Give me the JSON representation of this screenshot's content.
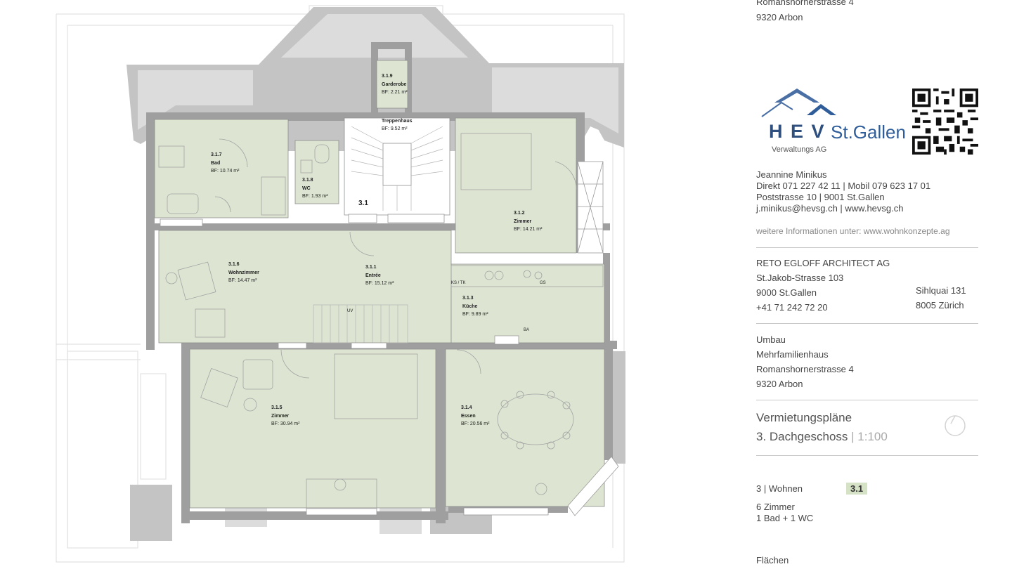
{
  "header_address": {
    "street": "Romanshornerstrasse 4",
    "city": "9320 Arbon"
  },
  "company": {
    "name_part1": "H E V",
    "name_part2": "St.Gallen",
    "subtitle": "Verwaltungs AG"
  },
  "qr_code": {
    "icon": "qr-code-icon"
  },
  "contact": {
    "name": "Jeannine Minikus",
    "phones": "Direkt 071 227 42 11 | Mobil 079 623 17 01",
    "address": "Poststrasse 10 | 9001 St.Gallen",
    "email_web": "j.minikus@hevsg.ch | www.hevsg.ch",
    "more_info": "weitere Informationen unter: www.wohnkonzepte.ag"
  },
  "architect": {
    "name": "RETO EGLOFF ARCHITECT AG",
    "street": "St.Jakob-Strasse 103",
    "city": "9000 St.Gallen",
    "phone": "+41 71 242 72 20",
    "branch_street": "Sihlquai 131",
    "branch_city": "8005 Zürich"
  },
  "project": {
    "line1": "Umbau",
    "line2": "Mehrfamilienhaus",
    "line3": "Romanshornerstrasse 4",
    "line4": "9320 Arbon"
  },
  "plan_title": {
    "title": "Vermietungspläne",
    "floor": "3. Dachgeschoss",
    "separator": "|",
    "scale": "1:100"
  },
  "unit": {
    "label": "3 | Wohnen",
    "badge": "3.1",
    "rooms": "6 Zimmer",
    "baths": "1 Bad + 1 WC"
  },
  "footer": {
    "label": "Flächen"
  },
  "colors": {
    "room_fill": "#dde5d2",
    "wall": "#b9b9b9",
    "wall_dark": "#9a9a9a",
    "badge": "#d6e2c6"
  },
  "rooms": [
    {
      "id": "3.1.9",
      "name": "Garderobe",
      "area": "BF: 2.21 m²"
    },
    {
      "id": "",
      "name": "Treppenhaus",
      "area": "BF: 9.52 m²"
    },
    {
      "id": "3.1.7",
      "name": "Bad",
      "area": "BF: 10.74 m²"
    },
    {
      "id": "3.1.8",
      "name": "WC",
      "area": "BF: 1.93 m²"
    },
    {
      "id": "3.1.2",
      "name": "Zimmer",
      "area": "BF: 14.21 m²"
    },
    {
      "id": "3.1.6",
      "name": "Wohnzimmer",
      "area": "BF: 14.47 m²"
    },
    {
      "id": "3.1.1",
      "name": "Entrée",
      "area": "BF: 15.12 m²"
    },
    {
      "id": "3.1.3",
      "name": "Küche",
      "area": "BF: 9.89 m²"
    },
    {
      "id": "3.1.5",
      "name": "Zimmer",
      "area": "BF: 30.94 m²"
    },
    {
      "id": "3.1.4",
      "name": "Essen",
      "area": "BF: 20.56 m²"
    }
  ],
  "plan_marks": {
    "unit_number": "3.1",
    "ks_tk": "KS / TK",
    "gs": "GS",
    "uv": "UV",
    "ba": "BA"
  }
}
